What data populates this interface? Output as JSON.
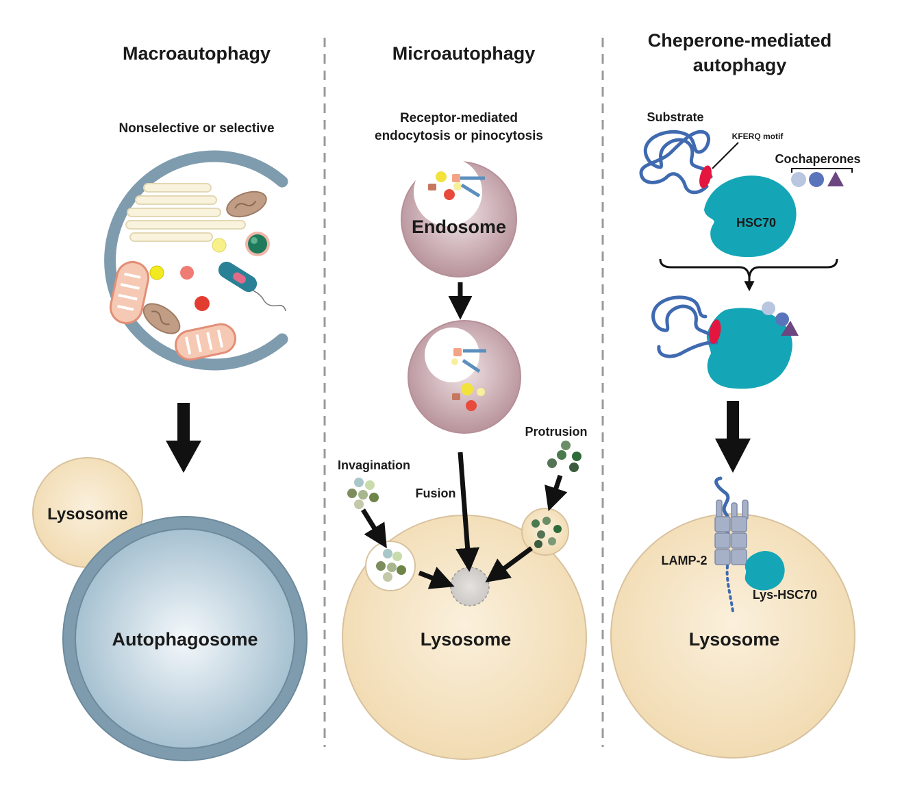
{
  "panels": {
    "macro": {
      "title": "Macroautophagy",
      "subtitle": "Nonselective or selective",
      "lysosome": "Lysosome",
      "autophagosome": "Autophagosome"
    },
    "micro": {
      "title": "Microautophagy",
      "subtitle_line1": "Receptor-mediated",
      "subtitle_line2": "endocytosis or pinocytosis",
      "endosome": "Endosome",
      "invagination": "Invagination",
      "fusion": "Fusion",
      "protrusion": "Protrusion",
      "lysosome": "Lysosome"
    },
    "cma": {
      "title_line1": "Cheperone-mediated",
      "title_line2": "autophagy",
      "substrate": "Substrate",
      "motif": "KFERQ motif",
      "cochaperones": "Cochaperones",
      "hsc70": "HSC70",
      "lamp2": "LAMP-2",
      "lys_hsc70": "Lys-HSC70",
      "lysosome": "Lysosome"
    }
  },
  "colors": {
    "lysosome_fill": "#f4dfb8",
    "autophagosome_fill": "#b7cfdd",
    "autophagosome_ring": "#7f9cae",
    "endosome_fill": "#c8a5ad",
    "hsc70": "#14a6b6",
    "substrate_line": "#3f6ab0",
    "motif": "#e4163f",
    "lamp2": "#a6b1c8"
  }
}
